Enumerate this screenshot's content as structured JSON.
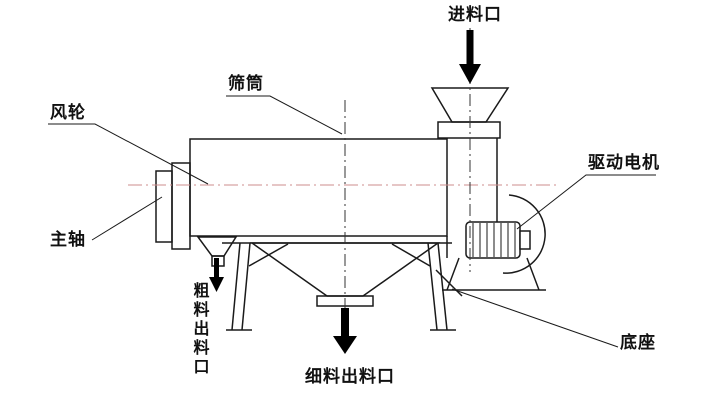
{
  "diagram": {
    "type": "technical-line-drawing",
    "subject": "airflow sieving machine side view",
    "labels": {
      "feed_inlet": "进料口",
      "sieve_drum": "筛筒",
      "wind_wheel": "风轮",
      "main_shaft": "主轴",
      "drive_motor": "驱动电机",
      "coarse_outlet": "粗料出料口",
      "fine_outlet": "细料出料口",
      "base": "底座"
    },
    "colors": {
      "line": "#1a1a1a",
      "centerline_horizontal": "#cc8c8c",
      "centerline_vertical": "#333333",
      "arrow_fill": "#000000",
      "background": "#ffffff"
    }
  }
}
